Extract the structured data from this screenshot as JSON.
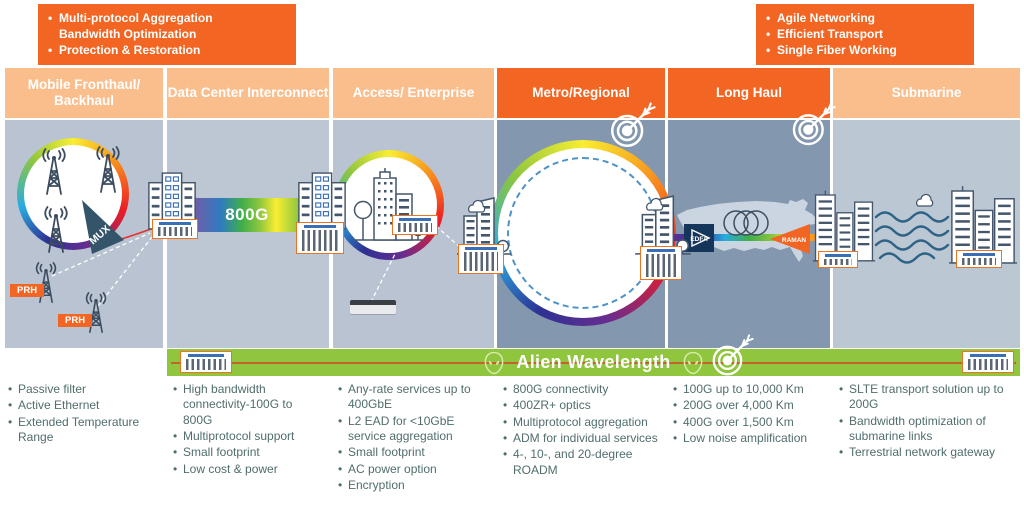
{
  "callouts": {
    "left": {
      "items": [
        {
          "text": "Multi-protocol Aggregation"
        },
        {
          "text": "Bandwidth Optimization",
          "nobullet": true
        },
        {
          "text": "Protection & Restoration"
        }
      ]
    },
    "right": {
      "items": [
        {
          "text": "Agile Networking"
        },
        {
          "text": "Efficient Transport"
        },
        {
          "text": "Single Fiber Working"
        }
      ]
    }
  },
  "columns": [
    {
      "label": "Mobile Fronthaul/ Backhaul",
      "features": [
        "Passive filter",
        "Active Ethernet",
        "Extended Temperature Range"
      ]
    },
    {
      "label": "Data Center Interconnect",
      "features": [
        "High bandwidth connectivity-100G to 800G",
        "Multiprotocol support",
        "Small footprint",
        "Low cost & power"
      ]
    },
    {
      "label": "Access/ Enterprise",
      "features": [
        "Any-rate services up to 400GbE",
        "L2 EAD for <10GbE service aggregation",
        "Small footprint",
        "AC power option",
        "Encryption"
      ]
    },
    {
      "label": "Metro/Regional",
      "features": [
        "800G connectivity",
        "400ZR+ optics",
        "Multiprotocol aggregation",
        "ADM for individual services",
        "4-, 10-, and 20-degree ROADM"
      ]
    },
    {
      "label": "Long Haul",
      "features": [
        "100G up to 10,000 Km",
        "200G over 4,000 Km",
        "400G over 1,500 Km",
        "Low noise amplification"
      ]
    },
    {
      "label": "Submarine",
      "features": [
        "SLTE transport solution up to 200G",
        "Bandwidth optimization of submarine links",
        "Terrestrial network gateway"
      ]
    }
  ],
  "banner": {
    "label": "Alien Wavelength"
  },
  "diagram_labels": {
    "mux": "MUX",
    "prh_1": "PRH",
    "prh_2": "PRH",
    "dci_capacity": "800G",
    "edfa": "EDFA",
    "raman": "RAMAN"
  },
  "colors": {
    "accent_orange": "#F26522",
    "header_peach": "#FABE8D",
    "banner_green": "#8FC63E",
    "panel_light": "#B9C3D1",
    "panel_dark": "#8398AF",
    "feature_text": "#516D6D"
  }
}
